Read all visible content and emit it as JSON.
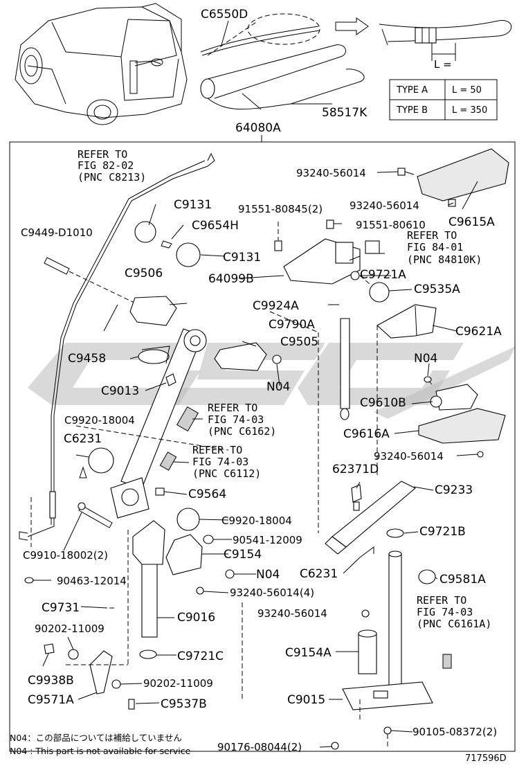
{
  "diagram_code": "717596D",
  "kit_label": "64080A",
  "top_parts": {
    "strap": "C6550D",
    "mat": "58517K"
  },
  "length_label": "L =",
  "length_table": [
    {
      "type": "TYPE  A",
      "length": "L = 50"
    },
    {
      "type": "TYPE  B",
      "length": "L = 350"
    }
  ],
  "refs": [
    {
      "line1": "REFER TO",
      "line2": "FIG 82-02",
      "line3": "(PNC C8213)"
    },
    {
      "line1": "REFER TO",
      "line2": "FIG 84-01",
      "line3": "(PNC 84810K)"
    },
    {
      "line1": "REFER TO",
      "line2": "FIG 74-03",
      "line3": "(PNC C6162)"
    },
    {
      "line1": "REFER TO",
      "line2": "FIG 74-03",
      "line3": "(PNC C6112)"
    },
    {
      "line1": "REFER TO",
      "line2": "FIG 74-03",
      "line3": "(PNC C6161A)"
    }
  ],
  "labels": {
    "p93240_56014_a": "93240-56014",
    "p93240_56014_b": "93240-56014",
    "c9615a": "C9615A",
    "c9131_a": "C9131",
    "c9131_b": "C9131",
    "p91551_80845": "91551-80845(2)",
    "p91551_80610": "91551-80610",
    "c9449": "C9449-D1010",
    "c9654h": "C9654H",
    "c64099b": "64099B",
    "c9721a": "C9721A",
    "c9506": "C9506",
    "c9535a": "C9535A",
    "c9924a": "C9924A",
    "c9790a": "C9790A",
    "c9621a": "C9621A",
    "c9505": "C9505",
    "c9458": "C9458",
    "n04_a": "N04",
    "n04_b": "N04",
    "c9013": "C9013",
    "c9610b": "C9610B",
    "p9920_18004_a": "C9920-18004",
    "c6231_a": "C6231",
    "c9616a": "C9616A",
    "p93240_56014_c": "93240-56014",
    "p62371d": "62371D",
    "c9564": "C9564",
    "c9233": "C9233",
    "p9920_18004_b": "C9920-18004",
    "c9721b": "C9721B",
    "p90541": "90541-12009",
    "c9910": "C9910-18002(2)",
    "c9154": "C9154",
    "p90463": "90463-12014",
    "n04_c": "N04",
    "c6231_b": "C6231",
    "c9581a": "C9581A",
    "p93240_56014_4": "93240-56014(4)",
    "c9731": "C9731",
    "p93240_56014_d": "93240-56014",
    "c9016": "C9016",
    "p90202_11009_a": "90202-11009",
    "c9154a": "C9154A",
    "c9721c": "C9721C",
    "c9938b": "C9938B",
    "p90202_11009_b": "90202-11009",
    "c9015": "C9015",
    "c9571a": "C9571A",
    "c9537b": "C9537B",
    "p90105": "90105-08372(2)",
    "p90176": "90176-08044(2)"
  },
  "notes": {
    "jp": "N04：この部品については補給していません",
    "en": "N04 : This part is not available for service"
  },
  "colors": {
    "line": "#000000",
    "watermark": "#b9b9b9",
    "shade": "#cfcfcf"
  }
}
